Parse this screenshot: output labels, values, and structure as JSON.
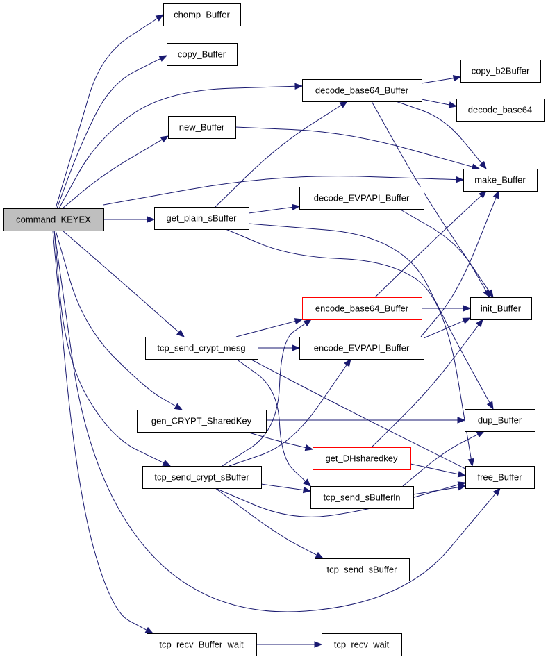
{
  "colors": {
    "edge": "#191970",
    "node_border": "#000000",
    "node_fill": "#ffffff",
    "root_fill": "#bfbfbf",
    "truncated_border": "#ff0000"
  },
  "graph": {
    "nodes": [
      {
        "id": "command_KEYEX",
        "label": "command_KEYEX",
        "root": true
      },
      {
        "id": "chomp_Buffer",
        "label": "chomp_Buffer"
      },
      {
        "id": "copy_Buffer",
        "label": "copy_Buffer"
      },
      {
        "id": "decode_base64_Buffer",
        "label": "decode_base64_Buffer"
      },
      {
        "id": "copy_b2Buffer",
        "label": "copy_b2Buffer"
      },
      {
        "id": "decode_base64",
        "label": "decode_base64"
      },
      {
        "id": "new_Buffer",
        "label": "new_Buffer"
      },
      {
        "id": "make_Buffer",
        "label": "make_Buffer"
      },
      {
        "id": "get_plain_sBuffer",
        "label": "get_plain_sBuffer"
      },
      {
        "id": "decode_EVPAPI_Buffer",
        "label": "decode_EVPAPI_Buffer"
      },
      {
        "id": "encode_base64_Buffer",
        "label": "encode_base64_Buffer",
        "truncated": true
      },
      {
        "id": "init_Buffer",
        "label": "init_Buffer"
      },
      {
        "id": "tcp_send_crypt_mesg",
        "label": "tcp_send_crypt_mesg"
      },
      {
        "id": "encode_EVPAPI_Buffer",
        "label": "encode_EVPAPI_Buffer"
      },
      {
        "id": "gen_CRYPT_SharedKey",
        "label": "gen_CRYPT_SharedKey"
      },
      {
        "id": "dup_Buffer",
        "label": "dup_Buffer"
      },
      {
        "id": "get_DHsharedkey",
        "label": "get_DHsharedkey",
        "truncated": true
      },
      {
        "id": "tcp_send_crypt_sBuffer",
        "label": "tcp_send_crypt_sBuffer"
      },
      {
        "id": "free_Buffer",
        "label": "free_Buffer"
      },
      {
        "id": "tcp_send_sBufferln",
        "label": "tcp_send_sBufferln"
      },
      {
        "id": "tcp_send_sBuffer",
        "label": "tcp_send_sBuffer"
      },
      {
        "id": "tcp_recv_Buffer_wait",
        "label": "tcp_recv_Buffer_wait"
      },
      {
        "id": "tcp_recv_wait",
        "label": "tcp_recv_wait"
      }
    ],
    "edges": [
      {
        "from": "command_KEYEX",
        "to": "chomp_Buffer"
      },
      {
        "from": "command_KEYEX",
        "to": "copy_Buffer"
      },
      {
        "from": "command_KEYEX",
        "to": "decode_base64_Buffer"
      },
      {
        "from": "command_KEYEX",
        "to": "new_Buffer"
      },
      {
        "from": "command_KEYEX",
        "to": "make_Buffer"
      },
      {
        "from": "command_KEYEX",
        "to": "get_plain_sBuffer"
      },
      {
        "from": "command_KEYEX",
        "to": "tcp_send_crypt_mesg"
      },
      {
        "from": "command_KEYEX",
        "to": "gen_CRYPT_SharedKey"
      },
      {
        "from": "command_KEYEX",
        "to": "tcp_send_crypt_sBuffer"
      },
      {
        "from": "command_KEYEX",
        "to": "free_Buffer"
      },
      {
        "from": "command_KEYEX",
        "to": "tcp_recv_Buffer_wait"
      },
      {
        "from": "decode_base64_Buffer",
        "to": "copy_b2Buffer"
      },
      {
        "from": "decode_base64_Buffer",
        "to": "decode_base64"
      },
      {
        "from": "decode_base64_Buffer",
        "to": "make_Buffer"
      },
      {
        "from": "decode_base64_Buffer",
        "to": "init_Buffer"
      },
      {
        "from": "new_Buffer",
        "to": "make_Buffer"
      },
      {
        "from": "get_plain_sBuffer",
        "to": "decode_base64_Buffer"
      },
      {
        "from": "get_plain_sBuffer",
        "to": "decode_EVPAPI_Buffer"
      },
      {
        "from": "get_plain_sBuffer",
        "to": "dup_Buffer"
      },
      {
        "from": "get_plain_sBuffer",
        "to": "free_Buffer"
      },
      {
        "from": "decode_EVPAPI_Buffer",
        "to": "init_Buffer"
      },
      {
        "from": "encode_base64_Buffer",
        "to": "make_Buffer"
      },
      {
        "from": "encode_base64_Buffer",
        "to": "init_Buffer"
      },
      {
        "from": "encode_EVPAPI_Buffer",
        "to": "make_Buffer"
      },
      {
        "from": "encode_EVPAPI_Buffer",
        "to": "init_Buffer"
      },
      {
        "from": "tcp_send_crypt_mesg",
        "to": "encode_base64_Buffer"
      },
      {
        "from": "tcp_send_crypt_mesg",
        "to": "encode_EVPAPI_Buffer"
      },
      {
        "from": "tcp_send_crypt_mesg",
        "to": "tcp_send_sBufferln"
      },
      {
        "from": "tcp_send_crypt_mesg",
        "to": "free_Buffer"
      },
      {
        "from": "gen_CRYPT_SharedKey",
        "to": "dup_Buffer"
      },
      {
        "from": "gen_CRYPT_SharedKey",
        "to": "get_DHsharedkey"
      },
      {
        "from": "get_DHsharedkey",
        "to": "init_Buffer"
      },
      {
        "from": "get_DHsharedkey",
        "to": "free_Buffer"
      },
      {
        "from": "tcp_send_crypt_sBuffer",
        "to": "encode_base64_Buffer"
      },
      {
        "from": "tcp_send_crypt_sBuffer",
        "to": "encode_EVPAPI_Buffer"
      },
      {
        "from": "tcp_send_crypt_sBuffer",
        "to": "tcp_send_sBufferln"
      },
      {
        "from": "tcp_send_crypt_sBuffer",
        "to": "free_Buffer"
      },
      {
        "from": "tcp_send_crypt_sBuffer",
        "to": "tcp_send_sBuffer"
      },
      {
        "from": "tcp_send_sBufferln",
        "to": "dup_Buffer"
      },
      {
        "from": "tcp_send_sBufferln",
        "to": "free_Buffer"
      },
      {
        "from": "tcp_recv_Buffer_wait",
        "to": "tcp_recv_wait"
      }
    ]
  }
}
